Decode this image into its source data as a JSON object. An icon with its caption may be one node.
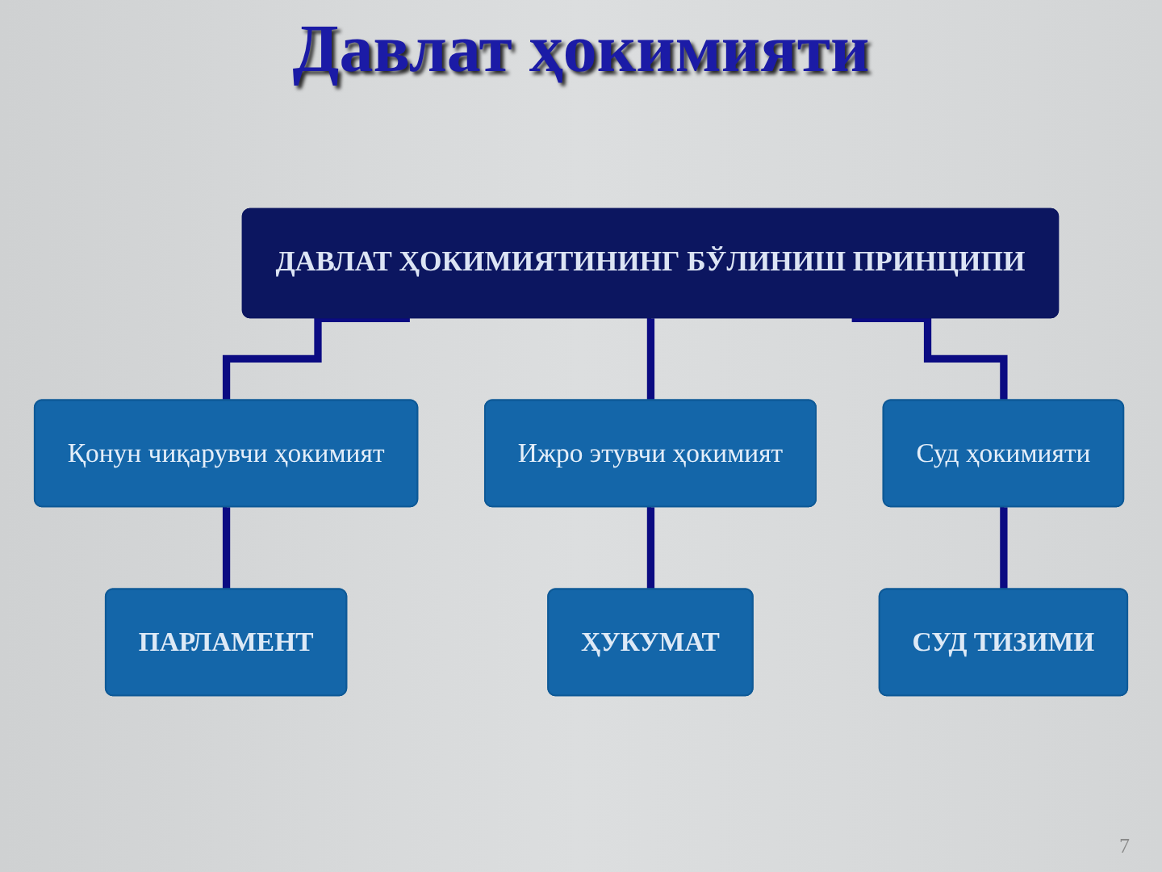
{
  "diagram": {
    "title": "Давлат ҳокимияти",
    "nodes": [
      {
        "text": [
          "ДАВЛАТ ҲОКИМИЯТИНИНГ БЎЛИНИШ ПРИНЦИПИ"
        ]
      },
      {
        "text": [
          "Қонун чиқарувчи ҳокимият"
        ]
      },
      {
        "text": [
          "Ижро этувчи ҳокимият"
        ]
      },
      {
        "text": [
          "Суд ҳокимияти"
        ]
      },
      {
        "text": [
          "ПАРЛАМЕНТ"
        ]
      },
      {
        "text": [
          "ҲУКУМАТ"
        ]
      },
      {
        "text": [
          "СУД ТИЗИМИ"
        ]
      }
    ],
    "edges": [
      {
        "from": 0,
        "to": 1,
        "arrow": "none"
      },
      {
        "from": 0,
        "to": 2,
        "arrow": "none"
      },
      {
        "from": 0,
        "to": 3,
        "arrow": "none"
      },
      {
        "from": 1,
        "to": 4,
        "arrow": "none"
      },
      {
        "from": 2,
        "to": 5,
        "arrow": "none"
      },
      {
        "from": 3,
        "to": 6,
        "arrow": "none"
      }
    ],
    "labels": [
      "7"
    ]
  }
}
